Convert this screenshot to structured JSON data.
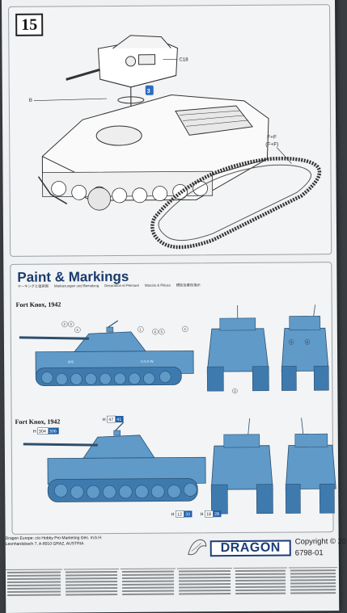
{
  "step": {
    "number": "15"
  },
  "callouts": {
    "turret": "C18",
    "rod": "B",
    "track_main": "F+F",
    "track_alt": "(F+F)",
    "decal": "3"
  },
  "paint": {
    "title": "Paint & Markings",
    "subtitles": [
      "マーキングと塗装図",
      "Markierungen und Bemalung",
      "Decoration et Peinture",
      "Marcito & Pittura",
      "標誌及著色指示"
    ],
    "schemes": [
      {
        "label": "Fort Knox, 1942",
        "callout_numbers": [
          "2",
          "3",
          "4",
          "1",
          "6",
          "5",
          "4",
          "3",
          "3",
          "6"
        ]
      },
      {
        "label": "Fort Knox, 1942",
        "codes": [
          {
            "prefix": "H",
            "num": "47",
            "box": "41"
          },
          {
            "prefix": "H",
            "num": "304",
            "box": "306"
          },
          {
            "prefix": "H",
            "num": "12",
            "box": "33"
          },
          {
            "prefix": "H",
            "num": "18",
            "box": "28"
          }
        ]
      }
    ]
  },
  "footer": {
    "distributor": "Dragon Europe: c/o Hobby Pro Marketing Ges. m.b.H.",
    "address": "Leonhardsbach 7, A-8010 GRAZ, AUSTRIA",
    "logo": "DRAGON",
    "copyright": "Copyright © 20",
    "code": "6798-01"
  },
  "colors": {
    "tank_blue": "#5f9ac9",
    "tank_blue_dark": "#3e7aae",
    "title_blue": "#1a3a6e",
    "logo_blue": "#1c3d7a"
  }
}
